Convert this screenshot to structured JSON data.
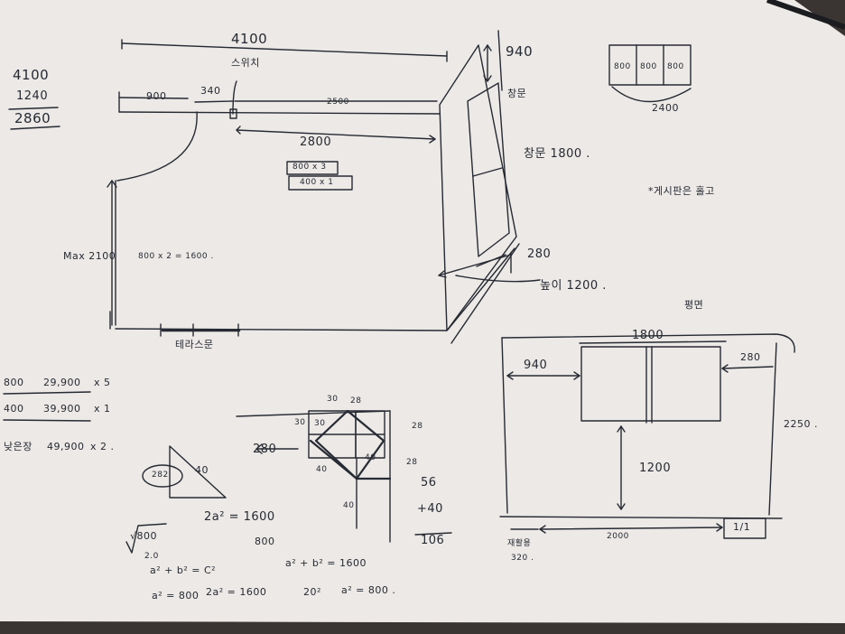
{
  "paper": {
    "colors": {
      "paper": "#ece9e6",
      "ink": "#262a33",
      "edge": "#3a3532"
    }
  },
  "sketch_top": {
    "sum_lines": [
      "4100",
      "1240",
      "2860"
    ],
    "total_width": "4100",
    "left_offset": "900",
    "switch_gap": "340",
    "switch_label": "스위치",
    "span_top": "2500",
    "span_inner": "2800",
    "wall_height": "Max 2100",
    "tile_note": "800 x 2 = 1600 .",
    "board_lines": [
      "800 x 3",
      "400 x 1"
    ],
    "terrace_door": "테라스문",
    "right_top_dim": "940",
    "window_label": "창문",
    "window_height": "창문 1800 .",
    "right_bottom_dim": "280",
    "sill_height": "높이 1200 .",
    "panel_labels": [
      "800",
      "800",
      "800"
    ],
    "panel_span": "2400",
    "note": "*게시판은 홀고"
  },
  "prices": [
    {
      "size": "800",
      "price": "29,900",
      "qty": "x 5"
    },
    {
      "size": "400",
      "price": "39,900",
      "qty": "x 1"
    },
    {
      "size": "낮은장",
      "price": "49,900",
      "qty": "x 2 ."
    }
  ],
  "triangle": {
    "hyp": "282",
    "side": "40",
    "eq_main": "2a² = 1600",
    "eq_sub": "800",
    "sqrt": "√800",
    "sqrt_val": "2.0",
    "eq1": "a² + b² = C²",
    "eq2": "a² = 800",
    "eq3": "2a² = 1600",
    "eq4": "a² + b² = 1600",
    "eq5": "20²",
    "eq6": "a² = 800 ."
  },
  "grid_detail": {
    "labels_top": [
      "30",
      "28"
    ],
    "left": "280",
    "row_labels": [
      "30",
      "30",
      "40"
    ],
    "right_labels": [
      "28",
      "28"
    ],
    "mid": "40",
    "bottom": "40",
    "sum_lines": [
      "56",
      "+40",
      "106"
    ]
  },
  "plan": {
    "title": "평면",
    "width": "1800",
    "left_dim": "940",
    "right_dim": "280",
    "height_dim": "1200",
    "side_dim": "2250 .",
    "bottom_dim": "2000",
    "bottom_left": [
      "재활용",
      "320 ."
    ],
    "box_label": "1/1"
  }
}
